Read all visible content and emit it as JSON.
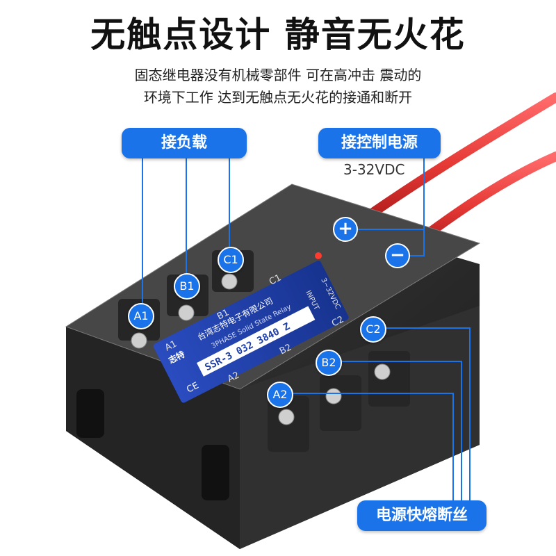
{
  "headline": "无触点设计 静音无火花",
  "description": {
    "line1": "固态继电器没有机械零部件 可在高冲击 震动的",
    "line2": "环境下工作 达到无触点无火花的接通和断开"
  },
  "labels": {
    "load": "接负载",
    "control": "接控制电源",
    "voltage": "3-32VDC",
    "fuse": "电源快熔断丝"
  },
  "terminals": {
    "a1": "A1",
    "b1": "B1",
    "c1": "C1",
    "a2": "A2",
    "b2": "B2",
    "c2": "C2",
    "plus": "+",
    "minus": "−"
  },
  "relay": {
    "company": "台湾志特电子有限公司",
    "type": "3PHASE Solid State Relay",
    "model": "SSR-3 032 3840 Z",
    "brand": "志特",
    "input": "INPUT",
    "range": "3~32VDC",
    "ce": "CE",
    "face_a1": "A1",
    "face_b1": "B1",
    "face_c1": "C1",
    "face_a2": "A2",
    "face_b2": "B2",
    "face_c2": "C2"
  },
  "colors": {
    "accent": "#1a73e8",
    "wire": "#e53935",
    "body": "#2b2b2b",
    "label": "#1f3fa8"
  }
}
